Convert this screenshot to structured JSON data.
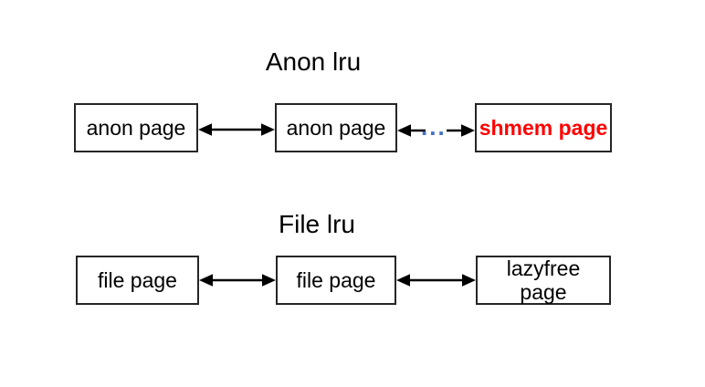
{
  "diagram": {
    "background": "#ffffff",
    "colors": {
      "box_border": "#262626",
      "box_text": "#000000",
      "shmem_text": "#ff0000",
      "ellipsis_dots": "#4472c4",
      "arrow": "#000000"
    },
    "anon_lru": {
      "title": "Anon lru",
      "boxes": [
        {
          "label": "anon page"
        },
        {
          "label": "anon page"
        },
        {
          "label": "shmem page"
        }
      ],
      "dots": "..."
    },
    "file_lru": {
      "title": "File lru",
      "boxes": [
        {
          "label": "file page"
        },
        {
          "label": "file page"
        },
        {
          "label": "lazyfree page"
        }
      ]
    }
  }
}
